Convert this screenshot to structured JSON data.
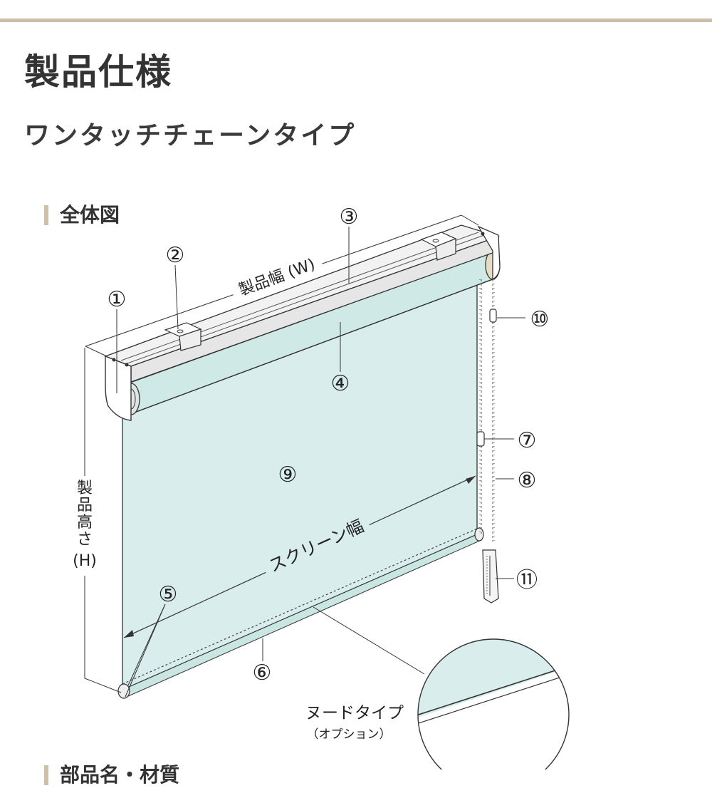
{
  "page": {
    "title": "製品仕様",
    "subtitle": "ワンタッチチェーンタイプ"
  },
  "sections": {
    "overview": "全体図",
    "parts": "部品名・材質"
  },
  "diagram": {
    "colors": {
      "screen": "#d9eeec",
      "accent": "#cdbfa8",
      "line": "#333333"
    },
    "callouts": {
      "c1": "①",
      "c2": "②",
      "c3": "③",
      "c4": "④",
      "c5": "⑤",
      "c6": "⑥",
      "c7": "⑦",
      "c8": "⑧",
      "c9": "⑨",
      "c10": "⑩",
      "c11": "⑪"
    },
    "dimensions": {
      "product_width": "製品幅 (W)",
      "product_height_chars": [
        "製",
        "品",
        "高",
        "さ"
      ],
      "product_height_unit": "(H)",
      "screen_width": "スクリーン幅"
    },
    "nude_type": {
      "label": "ヌードタイプ",
      "option": "（オプション）"
    }
  }
}
